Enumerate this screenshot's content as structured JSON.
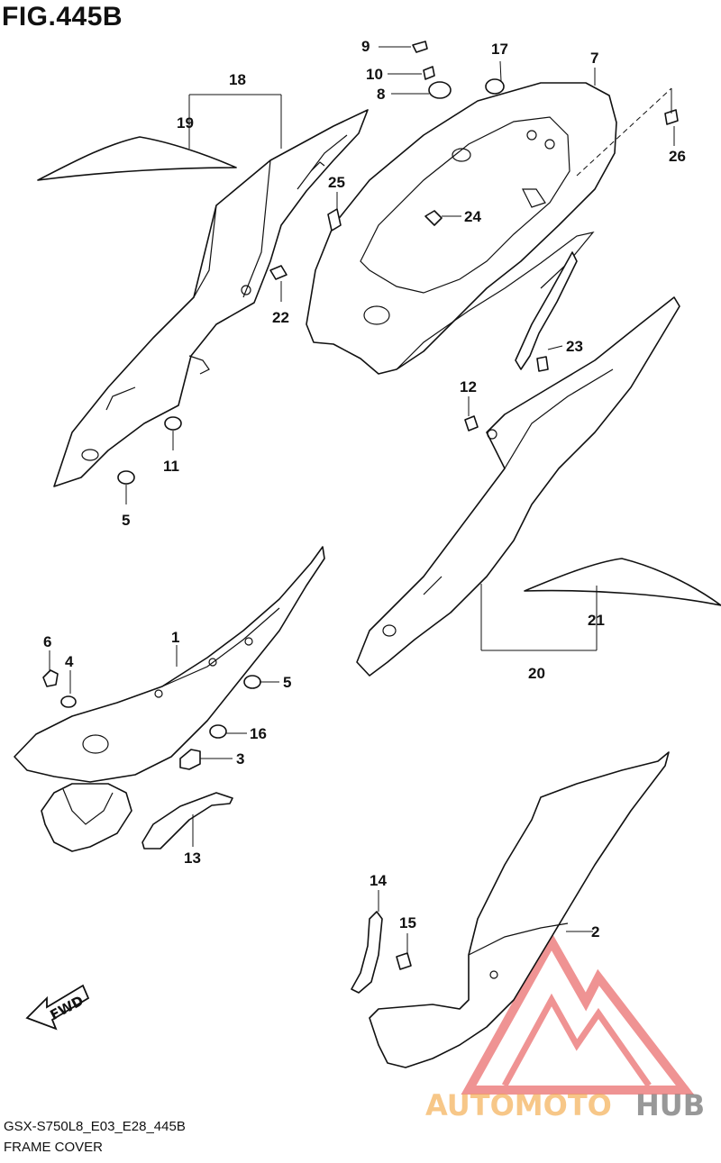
{
  "figure": {
    "title": "FIG.445B",
    "model_code": "GSX-S750L8_E03_E28_445B",
    "section_name": "FRAME COVER",
    "direction_label": "FWD"
  },
  "callouts": {
    "c1": "1",
    "c2": "2",
    "c3": "3",
    "c4": "4",
    "c5a": "5",
    "c5b": "5",
    "c6": "6",
    "c7": "7",
    "c8": "8",
    "c9": "9",
    "c10": "10",
    "c11": "11",
    "c12": "12",
    "c13": "13",
    "c14": "14",
    "c15": "15",
    "c16": "16",
    "c17": "17",
    "c18": "18",
    "c19": "19",
    "c20": "20",
    "c21": "21",
    "c22": "22",
    "c23": "23",
    "c24": "24",
    "c25": "25",
    "c26": "26"
  },
  "watermark": {
    "part1": "AUTOMOTO",
    "part2": "HUB",
    "color_primary": "#f2a23a",
    "color_secondary": "#555555",
    "color_logo": "#e23b3b"
  }
}
